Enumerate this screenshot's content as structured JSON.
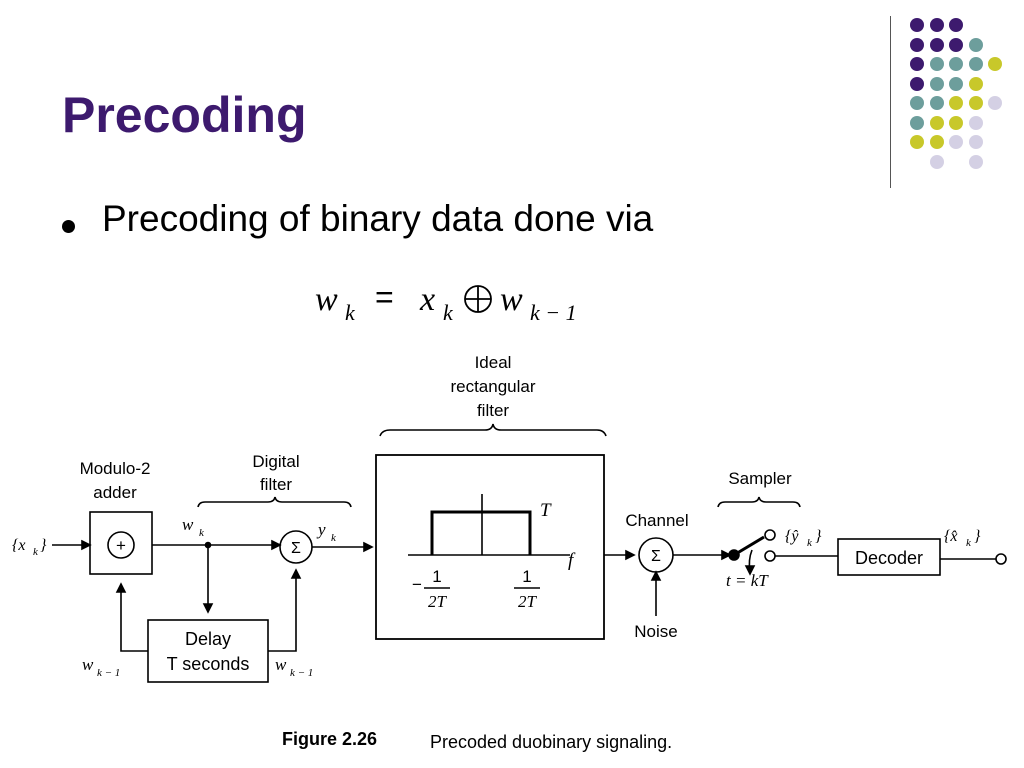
{
  "slide": {
    "title": "Precoding",
    "bullet": "Precoding of binary data done via"
  },
  "equation": {
    "w": "w",
    "k": "k",
    "eq": "=",
    "x": "x",
    "xor": "⊕",
    "sub_km1": "k − 1"
  },
  "decor": {
    "colors": {
      "purple": "#3d1a6e",
      "teal": "#6d9e9c",
      "yellow": "#c8c82a",
      "lavender": "#d4d0e4"
    },
    "grid": [
      [
        "purple",
        "purple",
        "purple",
        null,
        null
      ],
      [
        "purple",
        "purple",
        "purple",
        "teal",
        null
      ],
      [
        "purple",
        "teal",
        "teal",
        "teal",
        "yellow"
      ],
      [
        "purple",
        "teal",
        "teal",
        "yellow",
        null
      ],
      [
        "teal",
        "teal",
        "yellow",
        "yellow",
        "lavender"
      ],
      [
        "teal",
        "yellow",
        "yellow",
        "lavender",
        null
      ],
      [
        "yellow",
        "yellow",
        "lavender",
        "lavender",
        null
      ],
      [
        null,
        "lavender",
        null,
        "lavender",
        null
      ]
    ]
  },
  "diagram": {
    "ideal_filter_label": [
      "Ideal",
      "rectangular",
      "filter"
    ],
    "modulo_label": [
      "Modulo-2",
      "adder"
    ],
    "digital_filter_label": [
      "Digital",
      "filter"
    ],
    "sampler_label": "Sampler",
    "channel_label": "Channel",
    "input_label": "{x",
    "input_sub": "k",
    "input_close": "}",
    "wk": "w",
    "wk_sub": "k",
    "yk": "y",
    "yk_sub": "k",
    "plus": "+",
    "sigma": "Σ",
    "delay_label": [
      "Delay",
      "T seconds"
    ],
    "wkm1": "w",
    "wkm1_sub": "k − 1",
    "filter_T": "T",
    "filter_f": "f",
    "neg_half": "−",
    "one": "1",
    "twoT": "2T",
    "noise_label": "Noise",
    "t_kT": "t = kT",
    "yhat_label": "{ŷ",
    "yhat_sub": "k",
    "yhat_close": "}",
    "decoder_label": "Decoder",
    "xhat_label": "{x̂",
    "xhat_sub": "k",
    "xhat_close": "}"
  },
  "caption": {
    "number": "Figure 2.26",
    "text": "Precoded duobinary signaling."
  }
}
